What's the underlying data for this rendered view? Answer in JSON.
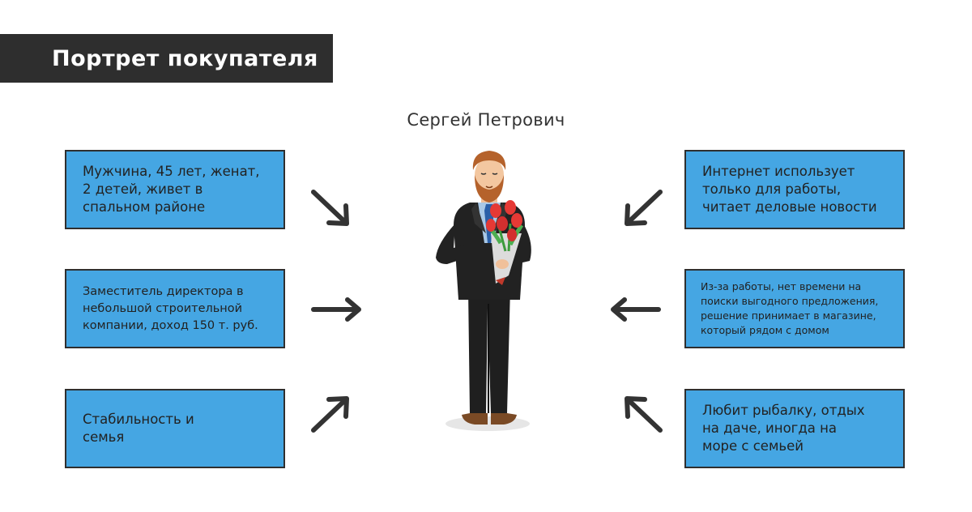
{
  "title": "Портрет покупателя",
  "person_name": "Сергей Петрович",
  "left_boxes": [
    {
      "lines": [
        "Мужчина, 45 лет, женат,",
        "2 детей, живет в",
        "спальном районе"
      ]
    },
    {
      "lines": [
        "Заместитель директора в",
        "небольшой строительной",
        "компании, доход 150 т. руб."
      ]
    },
    {
      "lines": [
        "Стабильность и",
        "семья"
      ]
    }
  ],
  "right_boxes": [
    {
      "lines": [
        "Интернет использует",
        "только для работы,",
        "читает деловые новости"
      ]
    },
    {
      "lines": [
        "Из-за работы, нет времени на",
        "поиски выгодного предложения,",
        "решение принимает в магазине,",
        "который рядом с домом"
      ]
    },
    {
      "lines": [
        "Любит рыбалку, отдых",
        "на даче, иногда на",
        "море с семьей"
      ]
    }
  ],
  "colors": {
    "box_fill": "#45a6e3",
    "box_border": "#2f2f2f",
    "title_bar": "#2e2e2e",
    "arrow": "#333333"
  },
  "illustration": "man-with-flowers-icon"
}
